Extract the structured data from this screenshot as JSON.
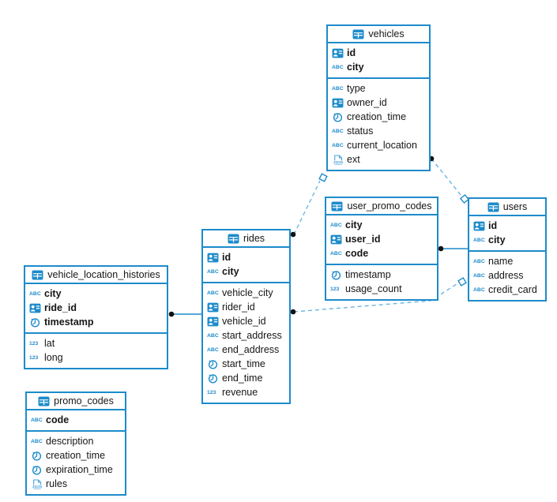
{
  "icons": {
    "text_label": "ABC",
    "number_label": "123",
    "json_label": "JSON"
  },
  "colors": {
    "accent": "#1d8bcb",
    "dashed_line": "#69b6e4",
    "connector_dot": "#111111",
    "background": "#ffffff"
  },
  "diagram": {
    "tables": [
      {
        "name": "vehicles",
        "pk": [
          {
            "type": "uuid",
            "name": "id"
          },
          {
            "type": "text",
            "name": "city"
          }
        ],
        "cols": [
          {
            "type": "text",
            "name": "type"
          },
          {
            "type": "uuid",
            "name": "owner_id"
          },
          {
            "type": "timestamp",
            "name": "creation_time"
          },
          {
            "type": "text",
            "name": "status"
          },
          {
            "type": "text",
            "name": "current_location"
          },
          {
            "type": "json",
            "name": "ext"
          }
        ]
      },
      {
        "name": "user_promo_codes",
        "pk": [
          {
            "type": "text",
            "name": "city"
          },
          {
            "type": "uuid",
            "name": "user_id"
          },
          {
            "type": "text",
            "name": "code"
          }
        ],
        "cols": [
          {
            "type": "timestamp",
            "name": "timestamp"
          },
          {
            "type": "number",
            "name": "usage_count"
          }
        ]
      },
      {
        "name": "users",
        "pk": [
          {
            "type": "uuid",
            "name": "id"
          },
          {
            "type": "text",
            "name": "city"
          }
        ],
        "cols": [
          {
            "type": "text",
            "name": "name"
          },
          {
            "type": "text",
            "name": "address"
          },
          {
            "type": "text",
            "name": "credit_card"
          }
        ]
      },
      {
        "name": "rides",
        "pk": [
          {
            "type": "uuid",
            "name": "id"
          },
          {
            "type": "text",
            "name": "city"
          }
        ],
        "cols": [
          {
            "type": "text",
            "name": "vehicle_city"
          },
          {
            "type": "uuid",
            "name": "rider_id"
          },
          {
            "type": "uuid",
            "name": "vehicle_id"
          },
          {
            "type": "text",
            "name": "start_address"
          },
          {
            "type": "text",
            "name": "end_address"
          },
          {
            "type": "timestamp",
            "name": "start_time"
          },
          {
            "type": "timestamp",
            "name": "end_time"
          },
          {
            "type": "number",
            "name": "revenue"
          }
        ]
      },
      {
        "name": "vehicle_location_histories",
        "pk": [
          {
            "type": "text",
            "name": "city"
          },
          {
            "type": "uuid",
            "name": "ride_id"
          },
          {
            "type": "timestamp",
            "name": "timestamp"
          }
        ],
        "cols": [
          {
            "type": "number",
            "name": "lat"
          },
          {
            "type": "number",
            "name": "long"
          }
        ]
      },
      {
        "name": "promo_codes",
        "pk": [
          {
            "type": "text",
            "name": "code"
          }
        ],
        "cols": [
          {
            "type": "text",
            "name": "description"
          },
          {
            "type": "timestamp",
            "name": "creation_time"
          },
          {
            "type": "timestamp",
            "name": "expiration_time"
          },
          {
            "type": "json",
            "name": "rules"
          }
        ]
      }
    ],
    "relations": [
      {
        "source": "vehicles",
        "target": "users",
        "style": "dashed"
      },
      {
        "source": "rides",
        "target": "vehicles",
        "style": "dashed"
      },
      {
        "source": "rides",
        "target": "users",
        "style": "dashed"
      },
      {
        "source": "user_promo_codes",
        "target": "users",
        "style": "solid"
      },
      {
        "source": "vehicle_location_histories",
        "target": "rides",
        "style": "solid"
      }
    ]
  }
}
